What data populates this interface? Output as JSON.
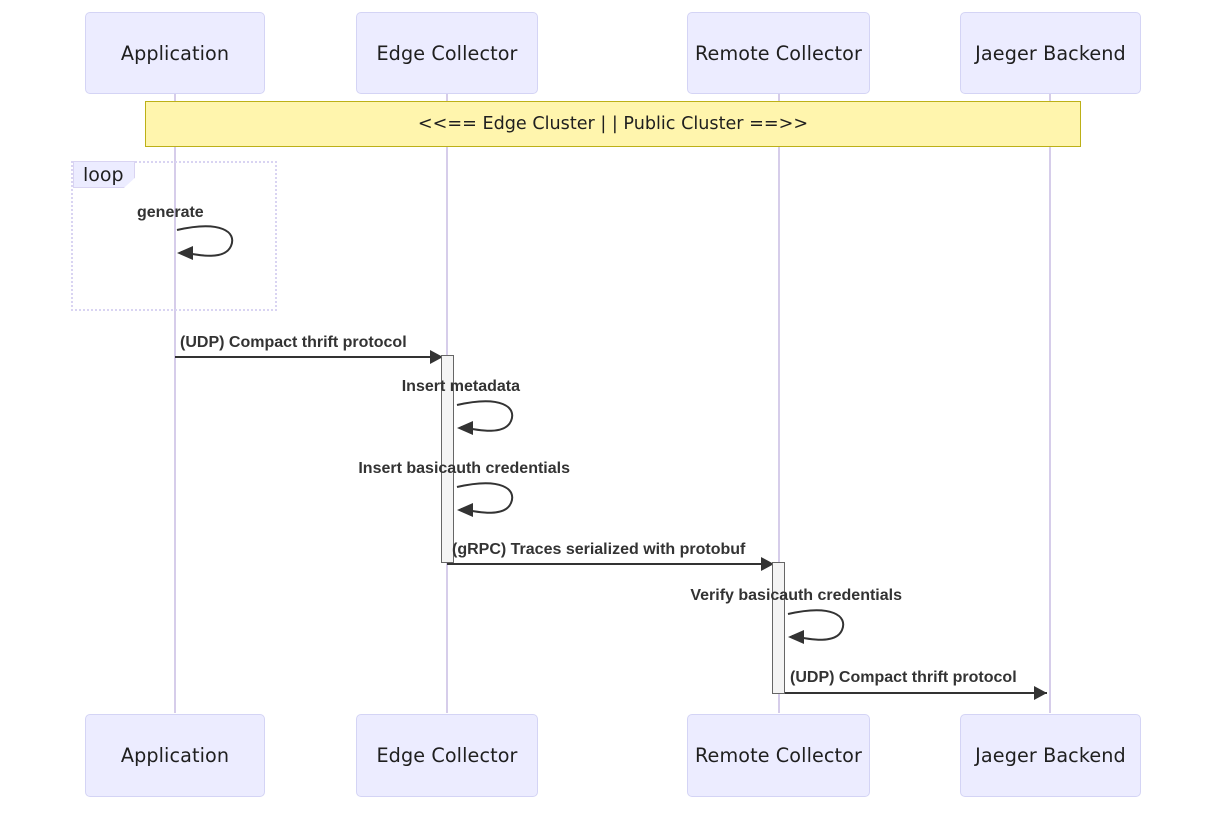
{
  "diagram": {
    "type": "sequence-diagram",
    "title": "Jaeger tracing pipeline sequence",
    "colors": {
      "participant_fill": "#ECECFF",
      "participant_border": "#D4D4F5",
      "lifeline": "#D6CDEA",
      "note_fill": "#FFF5AD",
      "note_border": "#BCB017",
      "loop_border": "#D9D4F2",
      "loop_tag_fill": "#ECECFF",
      "activation_fill": "#F4F4F4",
      "activation_border": "#666666",
      "arrow": "#333333",
      "background": "#FFFFFF"
    }
  },
  "participants": [
    {
      "id": "application",
      "label": "Application"
    },
    {
      "id": "edge-collector",
      "label": "Edge Collector"
    },
    {
      "id": "remote-collector",
      "label": "Remote Collector"
    },
    {
      "id": "jaeger-backend",
      "label": "Jaeger Backend"
    }
  ],
  "participants_bottom": [
    {
      "id": "application",
      "label": "Application"
    },
    {
      "id": "edge-collector",
      "label": "Edge Collector"
    },
    {
      "id": "remote-collector",
      "label": "Remote Collector"
    },
    {
      "id": "jaeger-backend",
      "label": "Jaeger Backend"
    }
  ],
  "note": {
    "text": "<<== Edge Cluster | | Public Cluster ==>>"
  },
  "fragment": {
    "kind": "loop",
    "label": "loop"
  },
  "messages": [
    {
      "id": "generate",
      "label": "generate",
      "from": "application",
      "to": "application",
      "kind": "self"
    },
    {
      "id": "udp-compact-thrift-1",
      "label": "(UDP) Compact thrift protocol",
      "from": "application",
      "to": "edge-collector",
      "kind": "sync"
    },
    {
      "id": "insert-metadata",
      "label": "Insert metadata",
      "from": "edge-collector",
      "to": "edge-collector",
      "kind": "self"
    },
    {
      "id": "insert-basicauth-credentials",
      "label": "Insert basicauth credentials",
      "from": "edge-collector",
      "to": "edge-collector",
      "kind": "self"
    },
    {
      "id": "grpc-traces-protobuf",
      "label": "(gRPC) Traces serialized with protobuf",
      "from": "edge-collector",
      "to": "remote-collector",
      "kind": "sync"
    },
    {
      "id": "verify-basicauth-credentials",
      "label": "Verify basicauth credentials",
      "from": "remote-collector",
      "to": "remote-collector",
      "kind": "self"
    },
    {
      "id": "udp-compact-thrift-2",
      "label": "(UDP) Compact thrift protocol",
      "from": "remote-collector",
      "to": "jaeger-backend",
      "kind": "sync"
    }
  ]
}
